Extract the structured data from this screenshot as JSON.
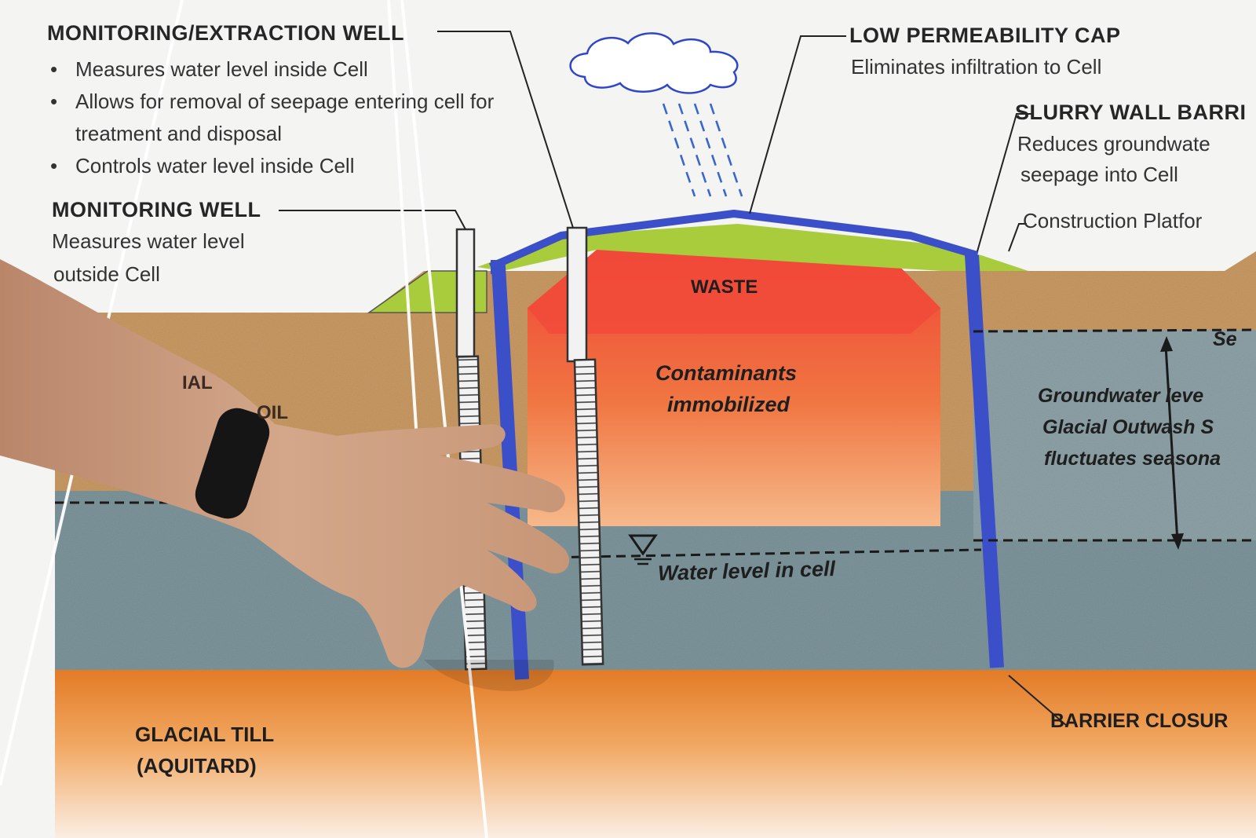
{
  "monitoring_extraction_well": {
    "title": "MONITORING/EXTRACTION WELL",
    "bullets": [
      "Measures water level inside Cell",
      "Allows for removal of seepage entering cell for treatment and disposal",
      "Controls water level inside Cell"
    ]
  },
  "monitoring_well": {
    "title": "MONITORING WELL",
    "desc_line1": "Measures water level",
    "desc_line2": "outside Cell"
  },
  "low_permeability_cap": {
    "title": "LOW PERMEABILITY CAP",
    "desc": "Eliminates infiltration to Cell"
  },
  "slurry_wall_barrier": {
    "title": "SLURRY WALL BARRI",
    "desc_line1": "Reduces groundwate",
    "desc_line2": "seepage into Cell"
  },
  "construction_platform": {
    "label": "Construction Platfor"
  },
  "waste": {
    "label": "WASTE"
  },
  "contaminants": {
    "line1": "Contaminants",
    "line2": "immobilized"
  },
  "water_level_cell": {
    "label": "Water level in cell"
  },
  "groundwater": {
    "line1": "Groundwater leve",
    "line2": "Glacial Outwash S",
    "line3": "fluctuates seasona"
  },
  "seasonal_marker": {
    "label": "Se"
  },
  "native_soil": {
    "line1": "IAL",
    "line2": "OIL"
  },
  "glacial_till": {
    "line1": "GLACIAL TILL",
    "line2": "(AQUITARD)"
  },
  "barrier_closure": {
    "label": "BARRIER CLOSUR"
  },
  "colors": {
    "cap_blue": "#3b4fc8",
    "platform_green": "#a9cc3c",
    "waste_red": "#ee4a3a",
    "soil_tan": "#c99a64",
    "water_gray": "#7e959c",
    "till_orange": "#e88c3a"
  }
}
